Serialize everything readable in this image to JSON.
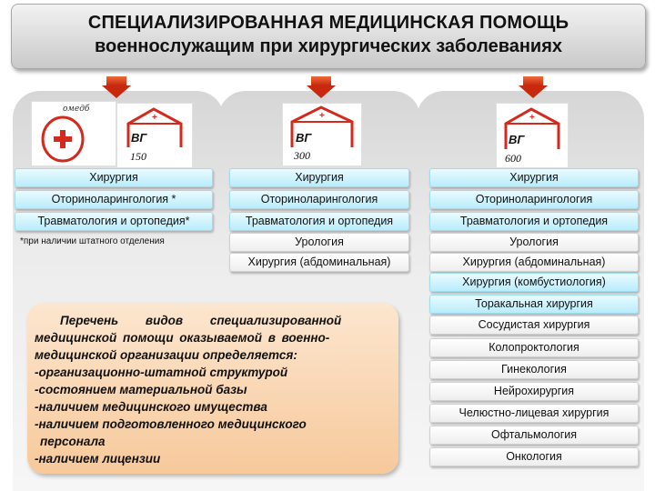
{
  "title": {
    "line1": "СПЕЦИАЛИЗИРОВАННАЯ МЕДИЦИНСКАЯ ПОМОЩЬ",
    "line2": "военнослужащим при хирургических заболеваниях"
  },
  "col1": {
    "omedb_label": "омедб",
    "vg_label": "ВГ",
    "beds": "150",
    "cells": [
      "Хирургия",
      "Оториноларингология *",
      "Травматология и ортопедия*"
    ],
    "footnote": "*при наличии штатного отделения"
  },
  "col2": {
    "vg_label": "ВГ",
    "beds": "300",
    "cells": [
      "Хирургия",
      "Оториноларингология",
      "Травматология и ортопедия",
      "Урология",
      "Хирургия (абдоминальная)"
    ]
  },
  "col3": {
    "vg_label": "ВГ",
    "beds": "600",
    "cells": [
      "Хирургия",
      "Оториноларингология",
      "Травматология и ортопедия",
      "Урология",
      "Хирургия (абдоминальная)",
      "Хирургия (комбустиология)",
      "Торакальная хирургия",
      "Сосудистая хирургия",
      "Колопроктология",
      "Гинекология",
      "Нейрохирургия",
      "Челюстно-лицевая хирургия",
      "Офтальмология",
      "Онкология"
    ]
  },
  "info": {
    "lines": [
      "Перечень видов специализированной",
      "медицинской помощи оказываемой в военно-",
      "медицинской организации определяется:",
      "-организационно-штатной структурой",
      "-состоянием материальной базы",
      "-наличием медицинского имущества",
      "-наличием подготовленного медицинского",
      " персонала",
      "-наличием лицензии"
    ]
  },
  "colors": {
    "arrow": "#c8280d",
    "cross": "#d42a1e",
    "cell_cyan": "#b9ecfb",
    "info_bg": "#f7c99b"
  }
}
